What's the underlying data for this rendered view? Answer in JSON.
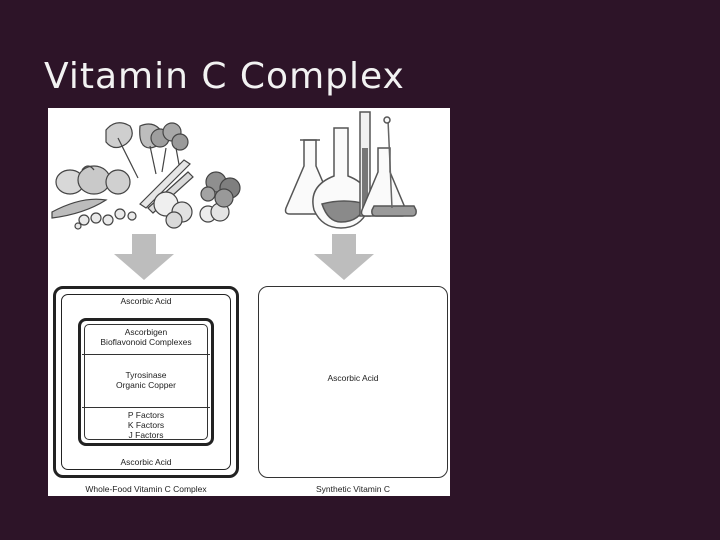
{
  "slide": {
    "title": "Vitamin C Complex"
  },
  "figure": {
    "whole_food": {
      "outer_top_label": "Ascorbic Acid",
      "section_1": "Ascorbigen\nBioflavonoid Complexes",
      "section_2": "Tyrosinase\nOrganic Copper",
      "section_3": "P Factors\nK Factors\nJ Factors",
      "outer_bottom_label": "Ascorbic Acid",
      "caption": "Whole-Food Vitamin C Complex"
    },
    "synthetic": {
      "center_label": "Ascorbic Acid",
      "caption": "Synthetic Vitamin C"
    },
    "icons": {
      "left_illustration": "vegetables-illustration",
      "right_illustration": "lab-flasks-illustration",
      "arrow": "down-arrow-icon"
    },
    "colors": {
      "background": "#2d1428",
      "arrow_gray": "#bdbdbd",
      "title_text": "#f2f2f2"
    }
  }
}
